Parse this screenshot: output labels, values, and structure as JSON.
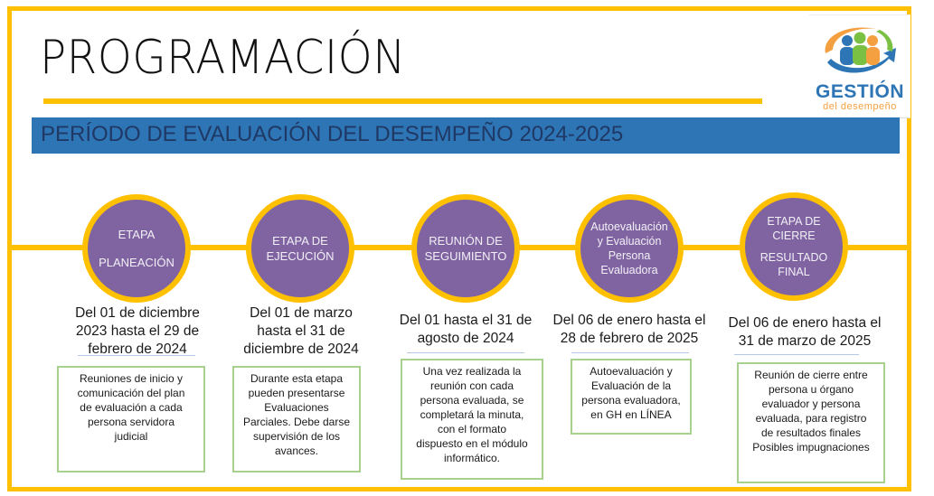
{
  "slide": {
    "title": "PROGRAMACIÓN",
    "period_banner": "PERÍODO DE EVALUACIÓN DEL DESEMPEÑO 2024-2025",
    "logo": {
      "word": "GESTIÓN",
      "subtitle": "del desempeño",
      "icon": "people-group-arrow-icon"
    },
    "colors": {
      "frame": "#ffc000",
      "banner": "#2e75b6",
      "banner_text": "#1f3864",
      "circle_fill": "#8064a2",
      "circle_border": "#ffc000",
      "note_border": "#a9d18e"
    }
  },
  "stages": [
    {
      "circle_lines": [
        "ETAPA",
        "",
        "PLANEACIÓN"
      ],
      "dates": [
        "Del 01 de diciembre",
        "2023 hasta el  29 de",
        "febrero de 2024"
      ],
      "note": [
        "Reuniones de inicio y",
        "comunicación del plan",
        "de evaluación a cada",
        "persona servidora",
        "judicial"
      ]
    },
    {
      "circle_lines": [
        "ETAPA DE",
        "EJECUCIÓN"
      ],
      "dates": [
        "Del 01 de marzo",
        "hasta el 31 de",
        "diciembre de 2024"
      ],
      "note": [
        "Durante esta etapa",
        "pueden presentarse",
        "Evaluaciones",
        "Parciales. Debe darse",
        "supervisión de los",
        "avances."
      ]
    },
    {
      "circle_lines": [
        "REUNIÓN DE",
        "SEGUIMIENTO"
      ],
      "dates": [
        "Del 01 hasta el 31 de",
        "agosto de 2024"
      ],
      "note": [
        "Una vez realizada la",
        "reunión con cada",
        "persona evaluada, se",
        "completará la minuta,",
        "con el formato",
        "dispuesto en el módulo",
        "informático."
      ]
    },
    {
      "circle_lines": [
        "Autoevaluación",
        "y Evaluación",
        "Persona",
        "Evaluadora"
      ],
      "dates": [
        "Del 06 de enero hasta el",
        "28 de febrero de 2025"
      ],
      "note": [
        "Autoevaluación y",
        "Evaluación de la",
        "persona evaluadora,",
        "en GH en LÍNEA"
      ]
    },
    {
      "circle_lines": [
        "ETAPA DE",
        "CIERRE",
        "",
        "RESULTADO",
        "FINAL"
      ],
      "dates": [
        "Del 06 de enero hasta el",
        "31 de marzo de 2025"
      ],
      "note": [
        "Reunión de cierre entre",
        "persona u órgano",
        "evaluador y persona",
        "evaluada,  para registro",
        "de resultados finales",
        "Posibles impugnaciones"
      ]
    }
  ]
}
